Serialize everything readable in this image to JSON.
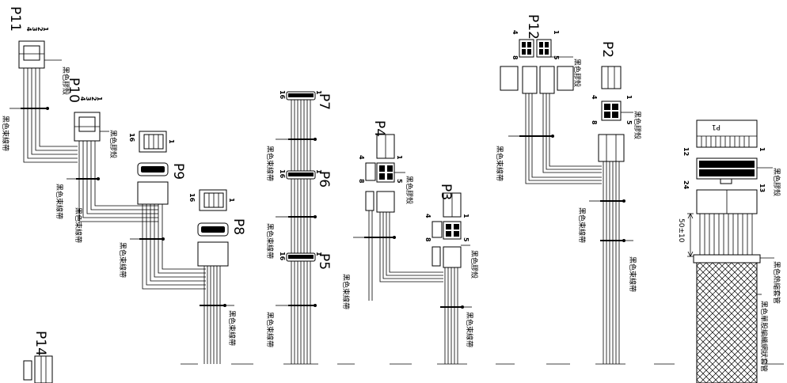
{
  "connectors": {
    "p11": "P11",
    "p10": "P10",
    "p9": "P9",
    "p8": "P8",
    "p14": "P14",
    "p7": "P7",
    "p6": "P6",
    "p5": "P5",
    "p4": "P4",
    "p3": "P3",
    "p12": "P12",
    "p2": "P2",
    "p1": "P1"
  },
  "notes": {
    "shell": "黑色膠殼",
    "tie": "黑色束線帶",
    "heat_shrink": "黑色熱縮套管",
    "braid": "黑色單股編織網狀套管"
  },
  "pins": {
    "one": "1",
    "two": "2",
    "three": "3",
    "four": "4",
    "five": "5",
    "eight": "8",
    "twelve": "12",
    "thirteen": "13",
    "sixteen": "16",
    "twentyfour": "24"
  },
  "dimension": "50±10"
}
